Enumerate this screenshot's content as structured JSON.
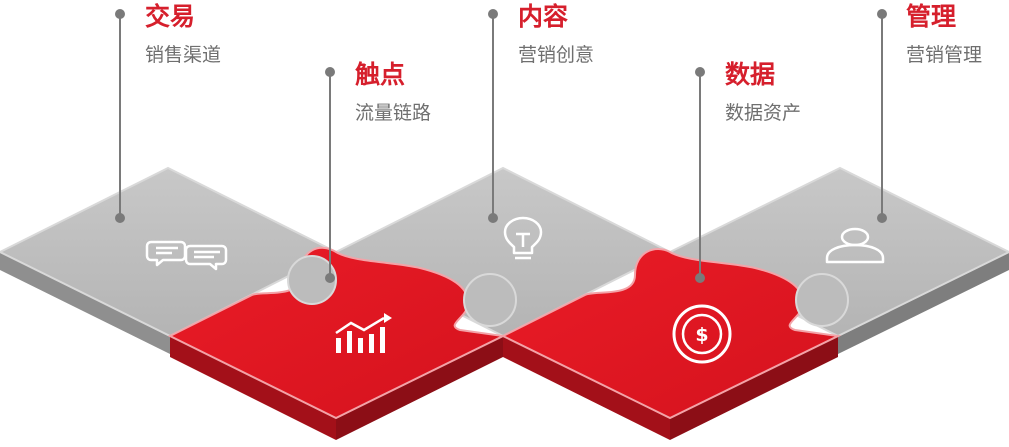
{
  "colors": {
    "red": "#e0141f",
    "red_dark": "#b5121b",
    "red_side": "#a31019",
    "gray": "#bdbdbd",
    "gray_side": "#8f8f8f",
    "gray_side_dark": "#7e7e7e",
    "title": "#d61f2c",
    "subtitle": "#6f6f6f",
    "leader": "#7a7a7a"
  },
  "labels": [
    {
      "id": "trade",
      "title": "交易",
      "subtitle": "销售渠道",
      "icon": "chat-bubbles-icon"
    },
    {
      "id": "touch",
      "title": "触点",
      "subtitle": "流量链路",
      "icon": "trend-chart-icon"
    },
    {
      "id": "content",
      "title": "内容",
      "subtitle": "营销创意",
      "icon": "lightbulb-icon"
    },
    {
      "id": "data",
      "title": "数据",
      "subtitle": "数据资产",
      "icon": "dollar-coin-icon"
    },
    {
      "id": "manage",
      "title": "管理",
      "subtitle": "营销管理",
      "icon": "user-icon"
    }
  ]
}
